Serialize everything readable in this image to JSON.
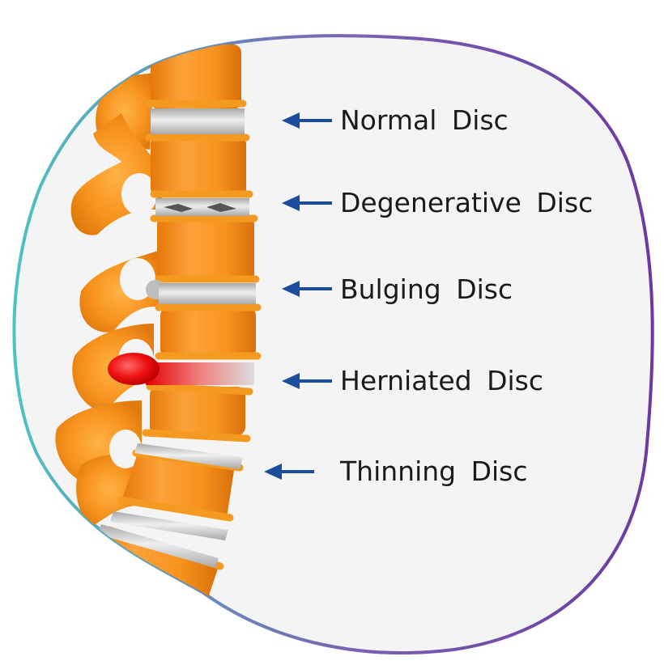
{
  "colors": {
    "bone": "#f7931e",
    "bone_light": "#ffb347",
    "bone_dark": "#d9700a",
    "disc": "#c9c9c9",
    "herniation": "#e60000",
    "arrow": "#1a4d9c",
    "outline_start": "#4fc1c2",
    "outline_end": "#6a3aa1",
    "background": "#f4f4f4"
  },
  "labels": [
    {
      "text": "Normal Disc",
      "icon": "arrow-left-icon"
    },
    {
      "text": "Degenerative Disc",
      "icon": "arrow-left-icon"
    },
    {
      "text": "Bulging Disc",
      "icon": "arrow-left-icon"
    },
    {
      "text": "Herniated Disc",
      "icon": "arrow-left-icon"
    },
    {
      "text": "Thinning Disc",
      "icon": "arrow-left-icon"
    }
  ]
}
